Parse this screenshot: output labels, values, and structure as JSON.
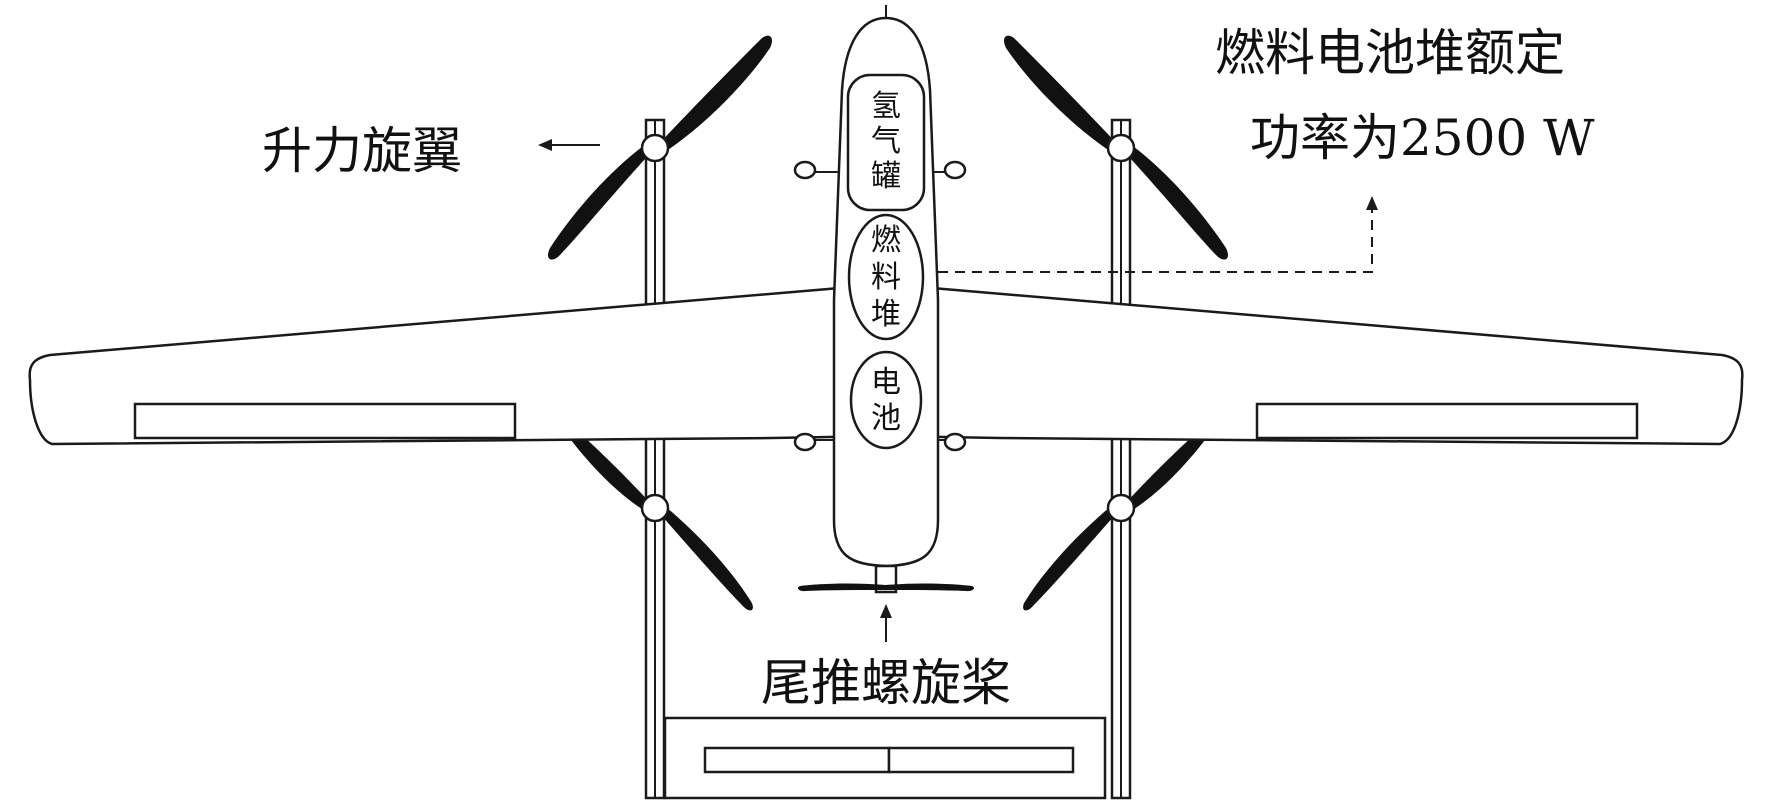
{
  "labels": {
    "lift_rotor": "升力旋翼",
    "fuel_cell_rating_line1": "燃料电池堆额定",
    "fuel_cell_rating_line2": "功率为2500 W",
    "tail_propeller": "尾推螺旋桨"
  },
  "fuselage_compartments": {
    "hydrogen_tank": [
      "氢",
      "气",
      "罐"
    ],
    "fuel_stack": [
      "燃",
      "料",
      "堆"
    ],
    "battery": [
      "电",
      "池"
    ]
  },
  "colors": {
    "line": "#1a1a1a",
    "blade": "#111111",
    "background": "#ffffff"
  }
}
